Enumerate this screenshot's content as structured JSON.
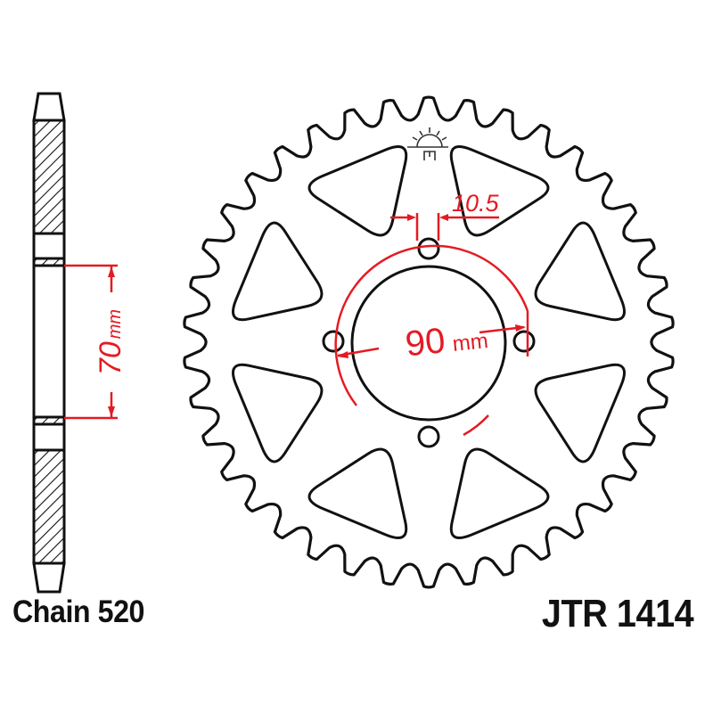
{
  "labels": {
    "chain": "Chain 520",
    "part_number": "JTR 1414"
  },
  "dimensions": {
    "spoke_gap": "10.5",
    "bolt_circle_value": "90",
    "bolt_circle_unit": "mm",
    "offset_value": "70",
    "offset_unit": "mm"
  },
  "sprocket": {
    "teeth": 38,
    "bolt_holes": 4,
    "cutouts": 8
  },
  "icons": {
    "logo": "sunrise-logo-icon"
  },
  "colors": {
    "line": "#111111",
    "dimension": "#e31b23",
    "background": "#ffffff"
  }
}
